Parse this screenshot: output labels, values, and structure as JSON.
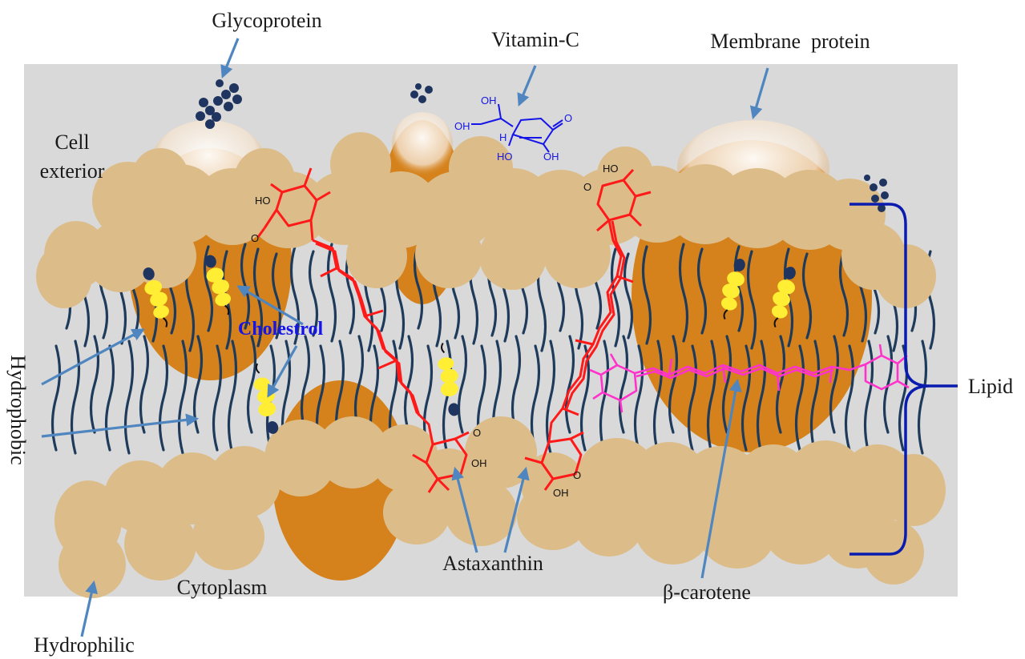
{
  "labels": {
    "glycoprotein": "Glycoprotein",
    "vitamin_c": "Vitamin-C",
    "membrane_protein": "Membrane  protein",
    "cell_exterior_line1": "Cell",
    "cell_exterior_line2": "exterior",
    "cholesterol": "Cholestrol",
    "hydrophobic": "Hydrophobic",
    "lipid": "Lipid",
    "cytoplasm": "Cytoplasm",
    "astaxanthin": "Astaxanthin",
    "beta_carotene": "β-carotene",
    "hydrophilic": "Hydrophilic"
  },
  "chem_labels": {
    "oh": "OH",
    "ho": "HO",
    "o": "O",
    "h": "H"
  },
  "colors": {
    "background_box": "#d9d9d9",
    "lipid_head": "#dcbd8a",
    "protein": "#d5821c",
    "lipid_tail": "#1f3b5c",
    "cholesterol": "#ffee33",
    "astaxanthin": "#ff1a1a",
    "vitamin_c": "#1515e8",
    "beta_carotene": "#ff33cc",
    "arrow": "#4f86c0",
    "bracket": "#0a1cb0",
    "glyco_chain": "#1f3560"
  }
}
